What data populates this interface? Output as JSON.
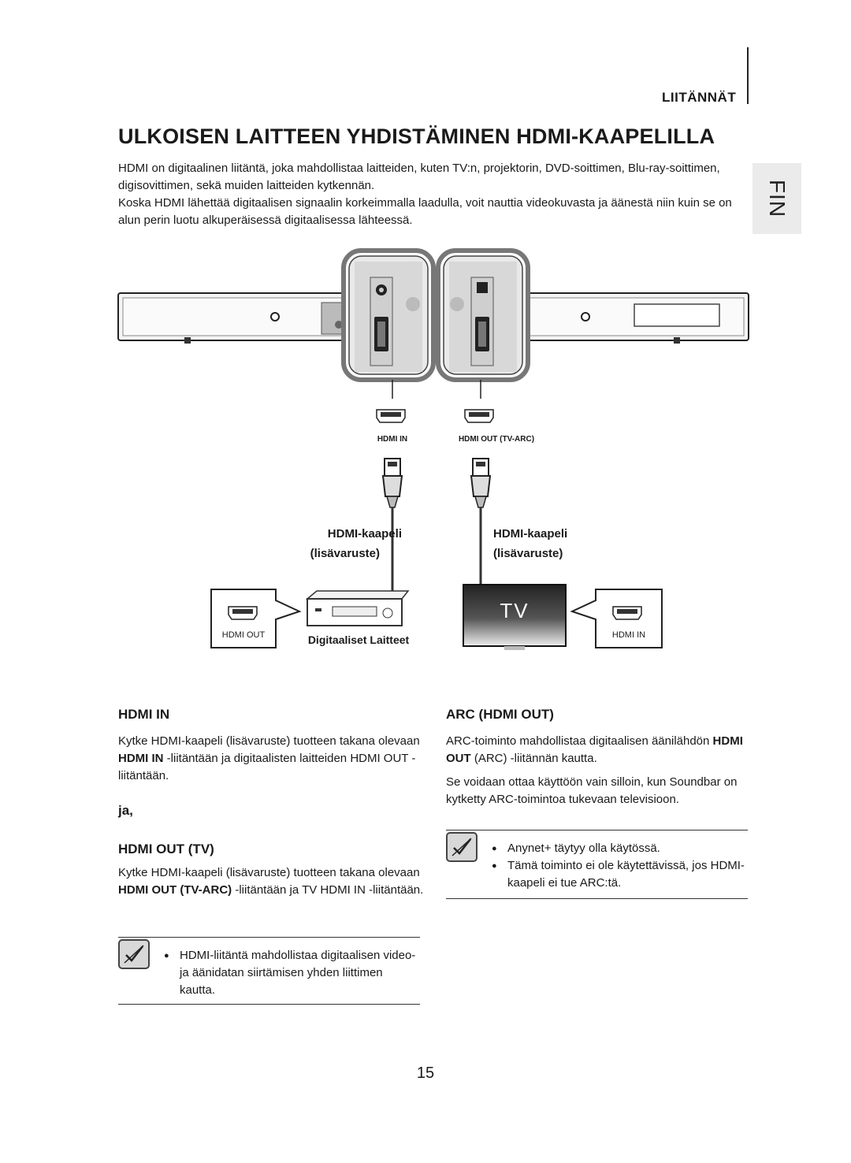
{
  "header": {
    "section": "LIITÄNNÄT",
    "language_tab": "FIN"
  },
  "title": "ULKOISEN LAITTEEN YHDISTÄMINEN HDMI-KAAPELILLA",
  "intro": [
    "HDMI on digitaalinen liitäntä, joka mahdollistaa laitteiden, kuten TV:n, projektorin, DVD-soittimen, Blu-ray-soittimen, digisovittimen, sekä muiden laitteiden kytkennän.",
    "Koska HDMI lähettää digitaalisen signaalin korkeimmalla laadulla, voit nauttia videokuvasta ja äänestä niin kuin se on alun perin luotu alkuperäisessä digitaalisessa lähteessä."
  ],
  "diagram": {
    "port_left": "HDMI IN",
    "port_right": "HDMI OUT (TV-ARC)",
    "cable_left": [
      "HDMI-kaapeli",
      "(lisävaruste)"
    ],
    "cable_right": [
      "HDMI-kaapeli",
      "(lisävaruste)"
    ],
    "device_left_port": "HDMI OUT",
    "device_left_name": "Digitaaliset Laitteet",
    "tv_text": "TV",
    "tv_port": "HDMI  IN"
  },
  "left_column": {
    "heading1": "HDMI IN",
    "para1": {
      "a": "Kytke HDMI-kaapeli (lisävaruste) tuotteen takana olevaan ",
      "b": "HDMI IN",
      "c": " -liitäntään ja digitaalisten laitteiden HDMI OUT -liitäntään."
    },
    "connector": "ja,",
    "heading2": "HDMI OUT (TV)",
    "para2": {
      "a": "Kytke HDMI-kaapeli (lisävaruste) tuotteen takana olevaan ",
      "b": "HDMI OUT (TV-ARC)",
      "c": " -liitäntään ja TV HDMI IN -liitäntään."
    },
    "note": [
      "HDMI-liitäntä mahdollistaa digitaalisen video- ja äänidatan siirtämisen yhden liittimen kautta."
    ]
  },
  "right_column": {
    "heading": "ARC (HDMI OUT)",
    "para1": {
      "a": "ARC-toiminto mahdollistaa digitaalisen äänilähdön ",
      "b": "HDMI OUT",
      "c": " (ARC) -liitännän kautta."
    },
    "para2": "Se voidaan ottaa käyttöön vain silloin, kun Soundbar on kytketty ARC-toimintoa tukevaan televisioon.",
    "note": [
      "Anynet+ täytyy olla käytössä.",
      "Tämä toiminto ei ole käytettävissä, jos HDMI-kaapeli ei tue ARC:tä."
    ]
  },
  "page_number": "15"
}
